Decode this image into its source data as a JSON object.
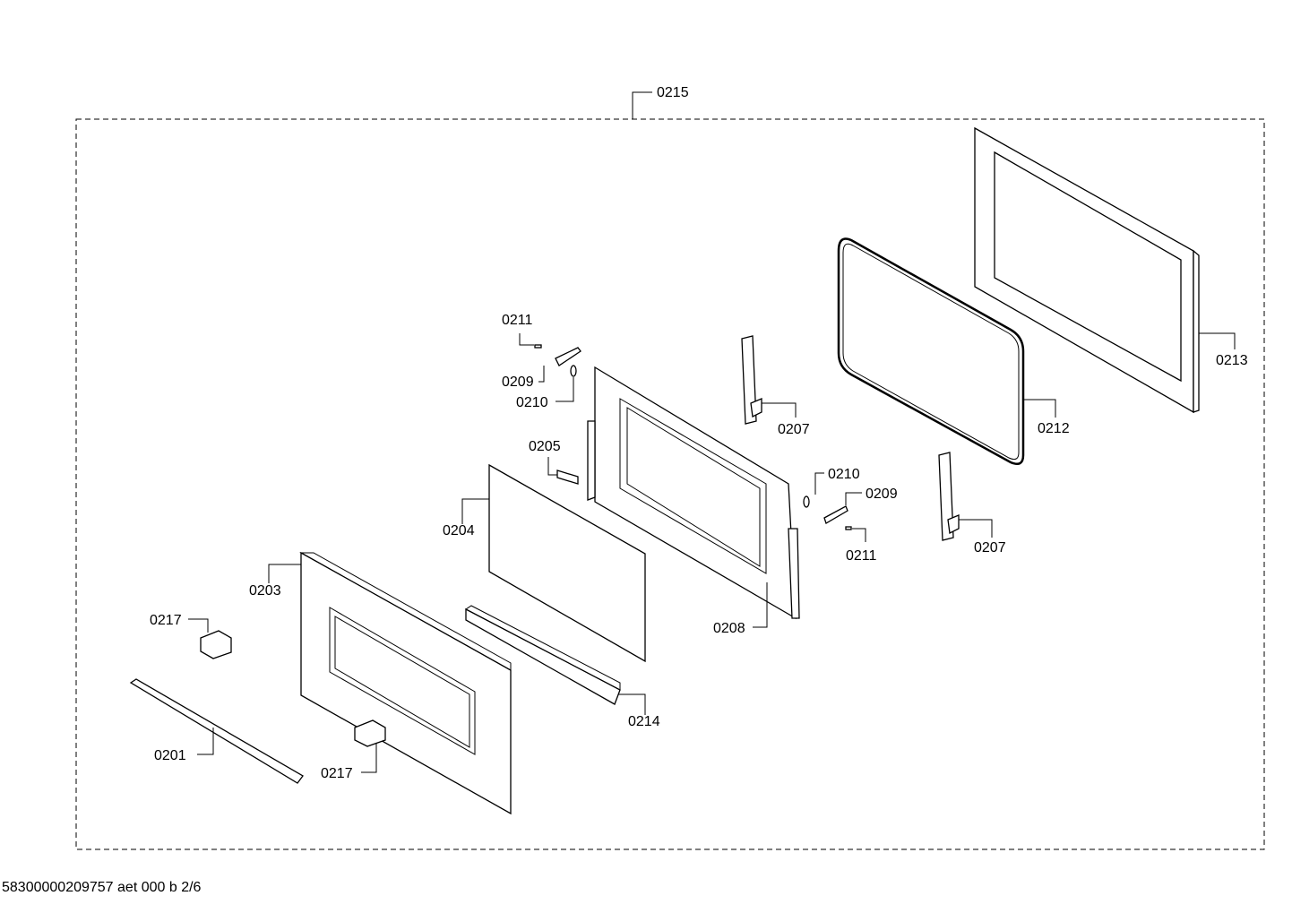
{
  "diagram": {
    "labels": {
      "assembly": "0215",
      "screw_left": "0211",
      "hinge_lever_left": "0209",
      "spring_left": "0210",
      "clip": "0205",
      "inner_glass": "0204",
      "outer_panel": "0203",
      "bracket_top": "0217",
      "handle_strip": "0201",
      "bracket_bottom": "0217",
      "bottom_profile": "0214",
      "door_frame": "0208",
      "hinge_top": "0207",
      "spring_right": "0210",
      "hinge_lever_right": "0209",
      "screw_right": "0211",
      "hinge_bottom": "0207",
      "gasket": "0212",
      "rear_frame": "0213"
    }
  },
  "footer": "58300000209757 aet 000 b 2/6"
}
